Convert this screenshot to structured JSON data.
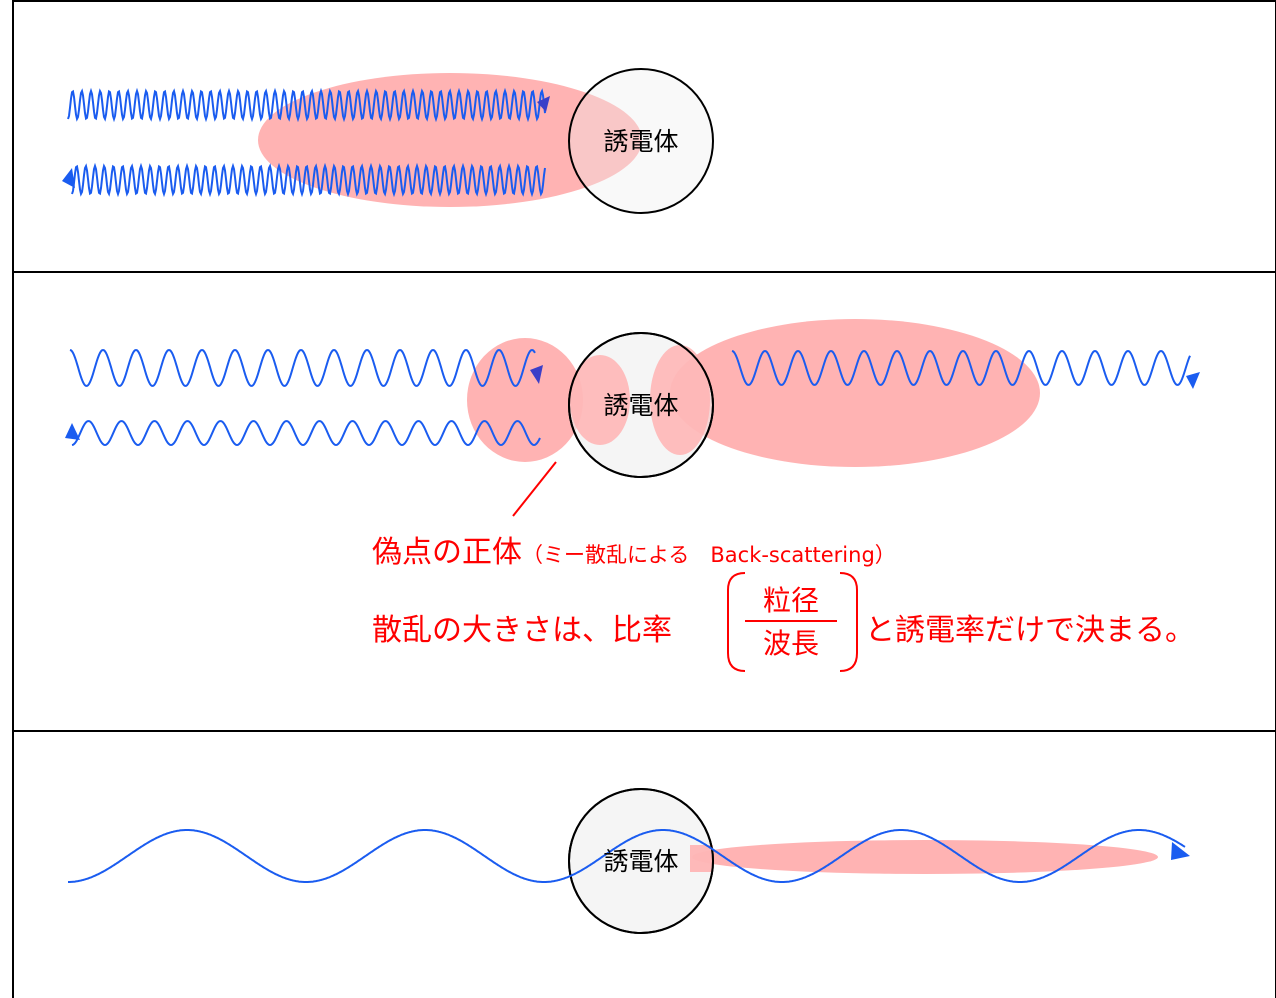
{
  "colors": {
    "wave": "#1a5cf0",
    "wave_dark": "#3b3fc8",
    "scatter_region": "#ffb3b3",
    "sphere_fill": "#eeeeee",
    "sphere_stroke": "#000000",
    "annotation": "#ff0000",
    "frame": "#000000"
  },
  "panels": [
    {
      "id": "top",
      "sphere_label": "誘電体"
    },
    {
      "id": "middle",
      "sphere_label": "誘電体"
    },
    {
      "id": "bottom",
      "sphere_label": "誘電体"
    }
  ],
  "annotation": {
    "line1_main": "偽点の正体",
    "line1_sub": "（ミー散乱による　Back-scattering）",
    "line2_before": "散乱の大きさは、比率",
    "fraction_numerator": "粒径",
    "fraction_denominator": "波長",
    "line2_after": "と誘電率だけで決まる。"
  }
}
